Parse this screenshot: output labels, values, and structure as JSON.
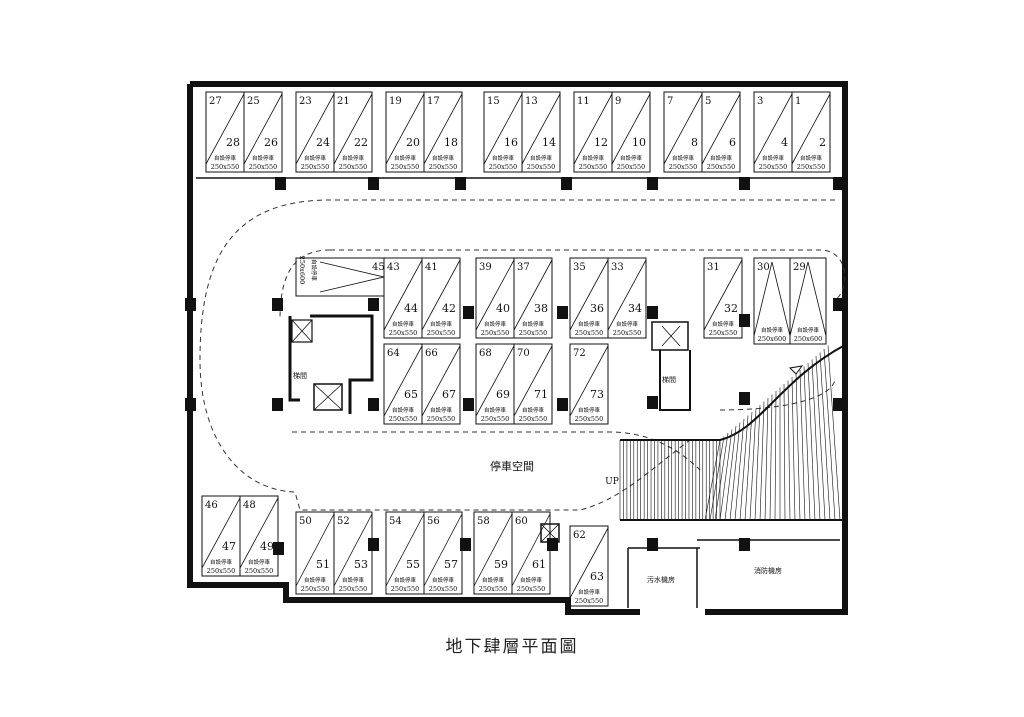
{
  "title": "地下肆層平面圖",
  "parking_area_label": "停車空間",
  "up_label": "UP",
  "stair_label": "梯間",
  "pump_room_label": "污水機房",
  "fire_room_label": "消防機房",
  "spot_type_label": "自設停車",
  "spot_size_standard": "250x550",
  "spot_size_large": "250x600",
  "top_row_spots": [
    {
      "top": "27",
      "bottom": "28"
    },
    {
      "top": "25",
      "bottom": "26"
    },
    {
      "top": "23",
      "bottom": "24"
    },
    {
      "top": "21",
      "bottom": "22"
    },
    {
      "top": "19",
      "bottom": "20"
    },
    {
      "top": "17",
      "bottom": "18"
    },
    {
      "top": "15",
      "bottom": "16"
    },
    {
      "top": "13",
      "bottom": "14"
    },
    {
      "top": "11",
      "bottom": "12"
    },
    {
      "top": "9",
      "bottom": "10"
    },
    {
      "top": "7",
      "bottom": "8"
    },
    {
      "top": "5",
      "bottom": "6"
    },
    {
      "top": "3",
      "bottom": "4"
    },
    {
      "top": "1",
      "bottom": "2"
    }
  ],
  "island_upper_spots": [
    {
      "top": "43",
      "bottom": "44"
    },
    {
      "top": "41",
      "bottom": "42"
    },
    {
      "top": "39",
      "bottom": "40"
    },
    {
      "top": "37",
      "bottom": "38"
    },
    {
      "top": "35",
      "bottom": "36"
    },
    {
      "top": "33",
      "bottom": "34"
    },
    {
      "top": "31",
      "bottom": "32"
    }
  ],
  "island_lower_spots": [
    {
      "top": "64",
      "bottom": "65"
    },
    {
      "top": "66",
      "bottom": "67"
    },
    {
      "top": "68",
      "bottom": "69"
    },
    {
      "top": "70",
      "bottom": "71"
    },
    {
      "top": "72",
      "bottom": "73"
    }
  ],
  "large_spots": [
    "30",
    "29"
  ],
  "spot_45": {
    "number": "45",
    "label": "自設停車",
    "size": "250x600"
  },
  "bottom_left_spots": [
    {
      "top": "46",
      "bottom": "47"
    },
    {
      "top": "48",
      "bottom": "49"
    }
  ],
  "bottom_row_spots": [
    {
      "top": "50",
      "bottom": "51"
    },
    {
      "top": "52",
      "bottom": "53"
    },
    {
      "top": "54",
      "bottom": "55"
    },
    {
      "top": "56",
      "bottom": "57"
    },
    {
      "top": "58",
      "bottom": "59"
    },
    {
      "top": "60",
      "bottom": "61"
    },
    {
      "top": "62",
      "bottom": "63"
    }
  ],
  "colors": {
    "line": "#111111",
    "background": "#ffffff"
  }
}
